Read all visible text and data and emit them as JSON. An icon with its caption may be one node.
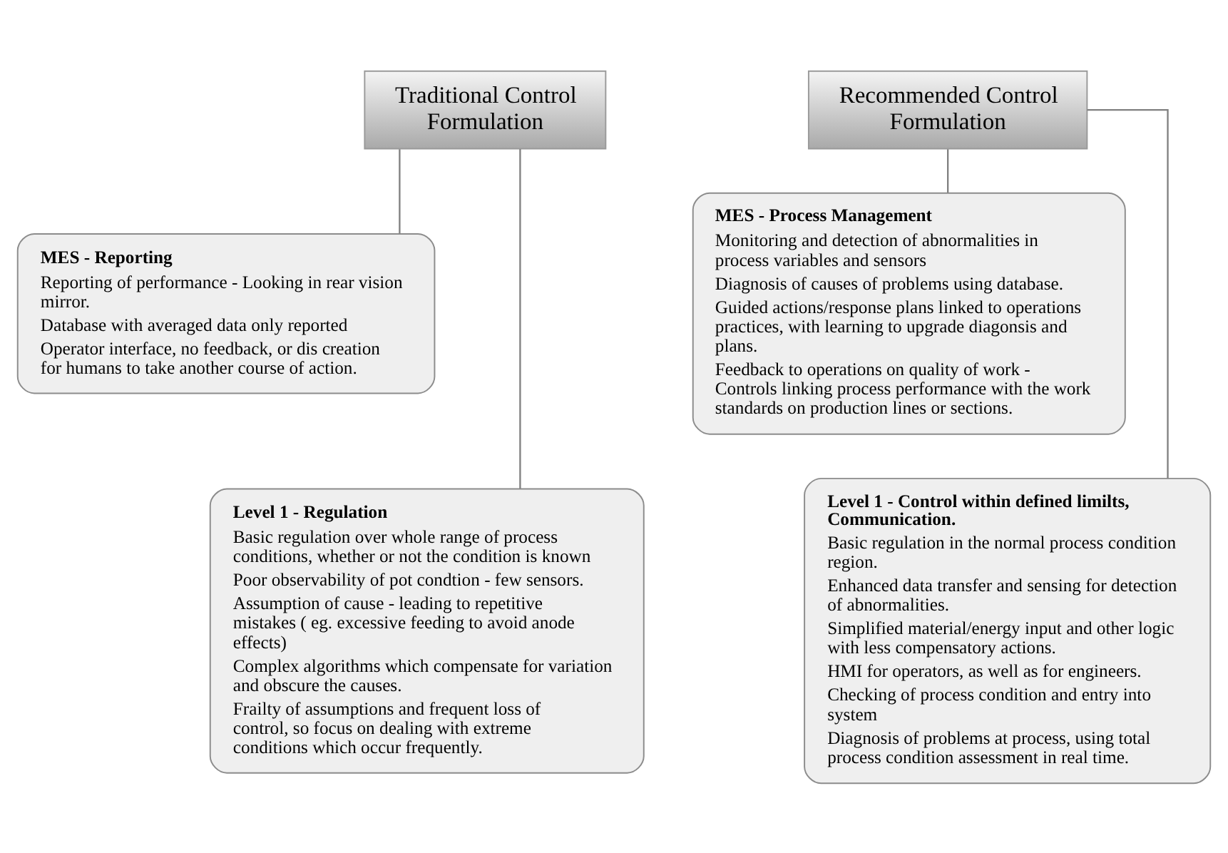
{
  "diagram": {
    "nodes": [
      {
        "text": [
          "Traditional Control Formulation"
        ]
      },
      {
        "text": [
          "MES - Reporting",
          "Reporting of performance - Looking in rear vision mirror.",
          "Database with averaged data only reported",
          "Operator interface, no feedback, or dis creation for humans to take another course of action."
        ]
      },
      {
        "text": [
          "Level 1 - Regulation",
          "Basic regulation over whole range of process conditions, whether or not the condition is known",
          "Poor observability of pot condtion - few sensors.",
          "Assumption of cause - leading to repetitive mistakes ( eg. excessive feeding to avoid anode effects)",
          "Complex algorithms which compensate for variation and obscure the causes.",
          "Frailty of assumptions and frequent loss of control, so focus on dealing with extreme conditions which occur frequently."
        ]
      },
      {
        "text": [
          "Recommended Control Formulation"
        ]
      },
      {
        "text": [
          "MES - Process Management",
          "Monitoring and detection of abnormalities in process variables and sensors",
          "Diagnosis of causes of problems using database.",
          "Guided actions/response plans linked to operations practices, with learning to upgrade diagonsis and plans.",
          "Feedback to operations on quality of work - Controls linking process performance with the work standards on production lines or sections."
        ]
      },
      {
        "text": [
          "Level 1 - Control within defined limilts, Communication.",
          "Basic regulation in the normal process condition region.",
          "Enhanced data transfer and sensing for detection of abnormalities.",
          "Simplified material/energy input and other logic with less compensatory actions.",
          "HMI for operators, as well as for engineers.",
          "Checking of process condition and entry into system",
          "Diagnosis of problems at process, using total process condition assessment in real time."
        ]
      }
    ],
    "edges": [
      {
        "from": 0,
        "to": 1,
        "arrow": "none"
      },
      {
        "from": 0,
        "to": 2,
        "arrow": "none"
      },
      {
        "from": 3,
        "to": 4,
        "arrow": "none"
      },
      {
        "from": 3,
        "to": 5,
        "arrow": "none"
      }
    ]
  }
}
